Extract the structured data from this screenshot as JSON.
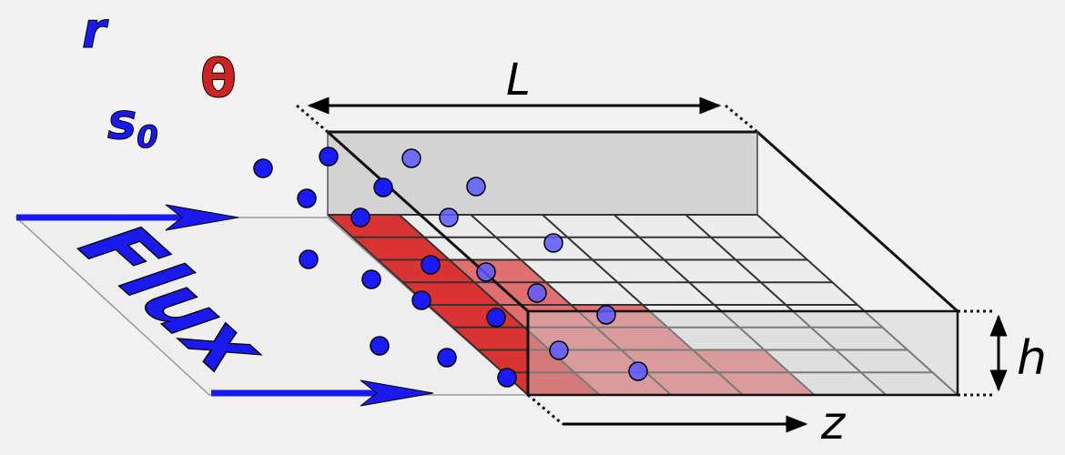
{
  "labels": {
    "r": "r",
    "theta": "θ",
    "s0_base": "s",
    "s0_sub": "0",
    "flux": "Flux",
    "length": "L",
    "height": "h",
    "depth_axis": "z"
  },
  "colors": {
    "background": "#f2f2f2",
    "particle_fill": "#1a1aff",
    "particle_faded_fill": "#5a5aff",
    "symbol_blue": "#1a1aee",
    "theta_red": "#cc2222",
    "flux_arrow": "#1a1aee",
    "channel_wall": "#d0d0d0",
    "channel_floor": "#ececec",
    "saturated_cell": "#d93333",
    "partial_cell": "#e07070",
    "grid_line": "#333333"
  },
  "grid": {
    "depth_cells": 8,
    "width_cells": 6
  },
  "red_front_cells_per_row": [
    1,
    1,
    2,
    2,
    3,
    3,
    4,
    4
  ]
}
